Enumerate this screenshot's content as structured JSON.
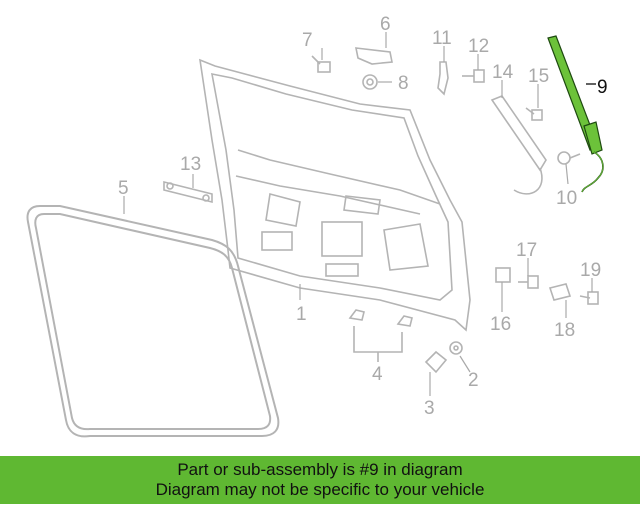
{
  "colors": {
    "part": "#b4b4b4",
    "highlight": "#6cc23a",
    "banner": "#5fb832",
    "label": "#a9a9a9"
  },
  "callouts": [
    "1",
    "2",
    "3",
    "4",
    "5",
    "6",
    "7",
    "8",
    "9",
    "10",
    "11",
    "12",
    "13",
    "14",
    "15",
    "16",
    "17",
    "18",
    "19"
  ],
  "highlighted_part": "9",
  "banner": {
    "line1": "Part or sub-assembly is #9 in diagram",
    "line2": "Diagram may not be specific to your vehicle"
  }
}
